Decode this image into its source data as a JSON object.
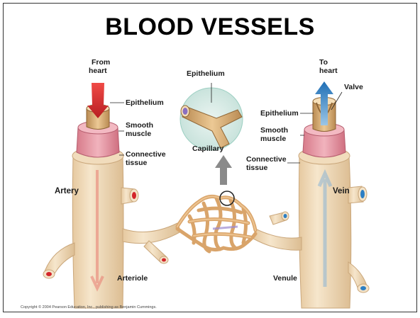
{
  "title": "BLOOD VESSELS",
  "labels": {
    "from_heart_1": "From",
    "from_heart_2": "heart",
    "to_heart_1": "To",
    "to_heart_2": "heart",
    "epithelium_top": "Epithelium",
    "epithelium_left": "Epithelium",
    "smooth_muscle_left_1": "Smooth",
    "smooth_muscle_left_2": "muscle",
    "connective_left_1": "Connective",
    "connective_left_2": "tissue",
    "artery": "Artery",
    "capillary": "Capillary",
    "valve": "Valve",
    "epithelium_right": "Epithelium",
    "smooth_muscle_right_1": "Smooth",
    "smooth_muscle_right_2": "muscle",
    "connective_right_1": "Connective",
    "connective_right_2": "tissue",
    "vein": "Vein",
    "arteriole": "Arteriole",
    "venule": "Venule"
  },
  "copyright": "Copyright © 2004 Pearson Education, Inc., publishing as Benjamin Cummings.",
  "colors": {
    "vessel": "#f2dfc0",
    "vessel_shade": "#e3c49a",
    "muscle": "#e79aa6",
    "epithelium": "#d9b27a",
    "arterial_flow": "#e0242a",
    "venous_flow": "#2d7fc4",
    "capillary": "#e8b77f"
  }
}
